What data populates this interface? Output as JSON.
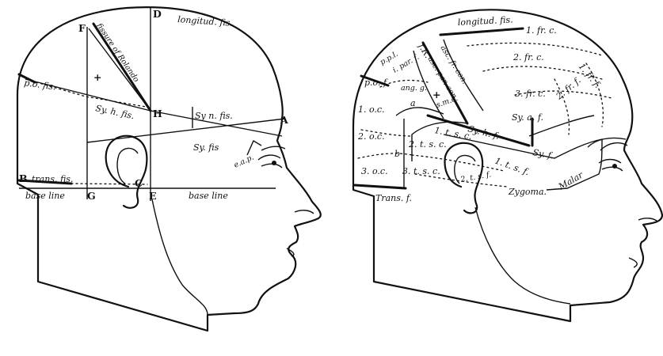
{
  "left_head": {
    "labels": {
      "longitud": "longitud. fis.",
      "rolando": "fissure of Rolando",
      "po_fis": "p.o. fis.",
      "syh_fis": "Sy. h. fis.",
      "syn_fis": "Sy n. fis.",
      "sy_fis": "Sy. fis",
      "eap": "e.a.p.",
      "trans_fis": "trans. fis.",
      "base_left": "base line",
      "base_right": "base line",
      "cross": "+"
    },
    "points": {
      "D": "D",
      "F": "F",
      "H": "H",
      "A": "A",
      "B": "B",
      "C": "C",
      "E": "E",
      "G": "G"
    }
  },
  "right_head": {
    "labels": {
      "longitud": "longitud. fis.",
      "f_r": "f.R.",
      "asc_fr_con": "asc. fr. con.",
      "asc_par_con": "asc. par. con.",
      "ppl": "p.p.l.",
      "i_par_f": "i. par. f.",
      "po_f": "p.o. f.",
      "ang_g": "ang. g.",
      "cross": "+",
      "smc": "s.m.c.",
      "a": "a",
      "fr1": "1. fr. c.",
      "fr2": "2. fr. c.",
      "fr3": "3. fr. c.",
      "fr1f": "1. fr. f.",
      "fr2f": "2. fr. f.",
      "oc1": "1. o.c.",
      "oc2": "2. o.c.",
      "oc3": "3. o.c.",
      "syhf": "Sy. h. f.",
      "syaf": "Sy. a. f.",
      "syf": "Sy. f.",
      "ltsc": "1. t. s. c.",
      "b": "b",
      "t2sc": "2. t. s. c.",
      "t3sc": "3. t. s. c.",
      "t1sf": "1. t. s. f.",
      "t2sf": "2. t. s. f.",
      "trans_f": "Trans. f.",
      "zygoma": "Zygoma.",
      "malar": "Malar"
    }
  }
}
